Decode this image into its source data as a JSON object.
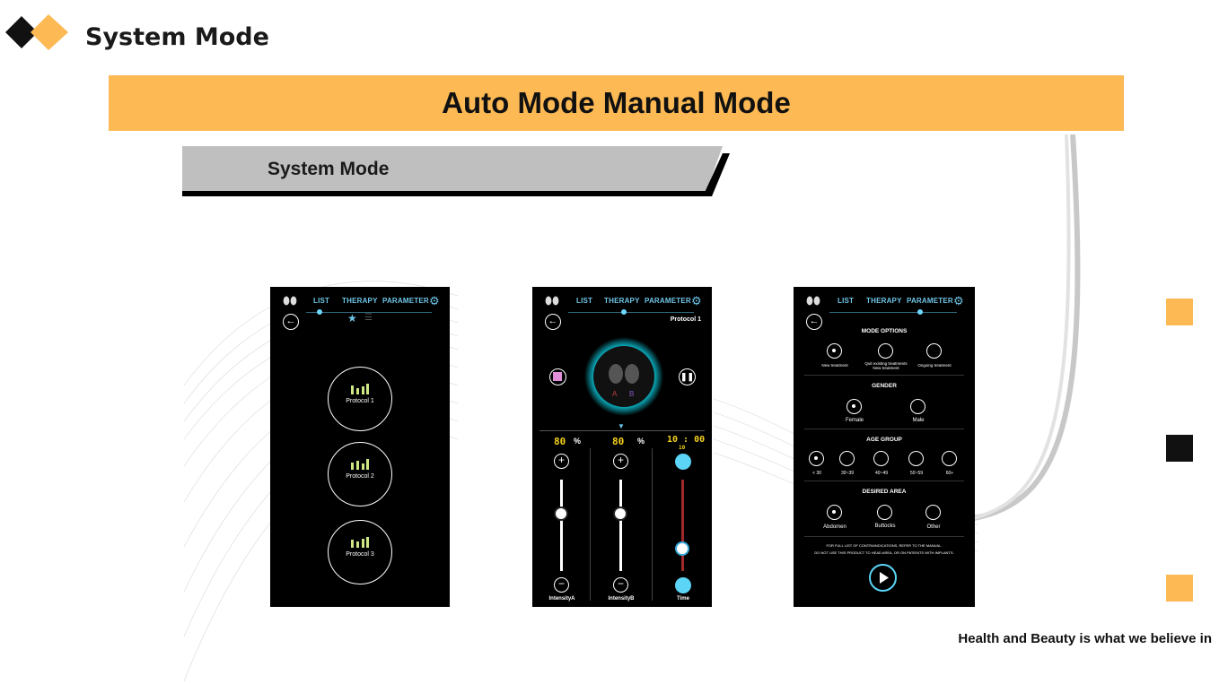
{
  "header": {
    "title": "System Mode"
  },
  "banner": {
    "text": "Auto Mode Manual Mode"
  },
  "section": {
    "label": "System Mode"
  },
  "nav": {
    "list": "LIST",
    "therapy": "THERAPY",
    "parameter": "PARAMETER"
  },
  "screen1": {
    "protocols": [
      "Protocol 1",
      "Protocol 2",
      "Protocol 3"
    ]
  },
  "screen2": {
    "title": "Protocol 1",
    "channel_a": "A",
    "channel_b": "B",
    "intensity_a_value": "80",
    "intensity_b_value": "80",
    "percent": "%",
    "time_value": "10 : 00",
    "time_sub": "10",
    "label_a": "IntensityA",
    "label_b": "IntensityB",
    "label_time": "Time"
  },
  "screen3": {
    "mode_options": {
      "header": "MODE OPTIONS",
      "options": [
        "New treatment",
        "Quit existing treatments\nNew treatment",
        "Ongoing treatment"
      ]
    },
    "gender": {
      "header": "GENDER",
      "options": [
        "Female",
        "Male"
      ]
    },
    "age_group": {
      "header": "AGE GROUP",
      "options": [
        "< 30",
        "30~39",
        "40~49",
        "50~59",
        "60+"
      ]
    },
    "desired_area": {
      "header": "DESIRED AREA",
      "options": [
        "Abdomen",
        "Buttocks",
        "Other"
      ]
    },
    "warning_1": "FOR FULL LIST OF CONTRAINDICATIONS, REFER TO THE MANUAL.",
    "warning_2": "DO NOT USE THIS PRODUCT TO HEAD AREA, OR ON PATIENTS WITH IMPLANTS."
  },
  "footer": {
    "tagline": "Health and Beauty is what we believe in"
  },
  "colors": {
    "accent": "#FCB954",
    "cyan": "#6fd8ff",
    "dark": "#000000",
    "ribbon": "#bfbfbf"
  },
  "icons": [
    "diamond-logo-icon",
    "back-arrow-icon",
    "gear-icon",
    "star-icon",
    "list-icon",
    "stop-icon",
    "pause-icon",
    "plus-icon",
    "minus-icon",
    "play-icon",
    "chevron-down-icon",
    "earbuds-icon"
  ]
}
